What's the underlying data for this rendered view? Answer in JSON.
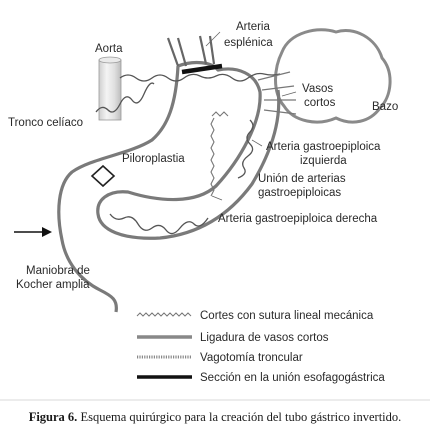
{
  "labels": {
    "aorta": "Aorta",
    "arteria_esplenica_1": "Arteria",
    "arteria_esplenica_2": "esplénica",
    "vasos_cortos_1": "Vasos",
    "vasos_cortos_2": "cortos",
    "bazo": "Bazo",
    "tronco_celiaco": "Tronco celíaco",
    "piloroplastia": "Piloroplastia",
    "gastroepiploica_izq_1": "Arteria gastroepiploica",
    "gastroepiploica_izq_2": "izquierda",
    "union_1": "Unión de arterias",
    "union_2": "gastroepiploicas",
    "gastroepiploica_der": "Arteria gastroepiploica derecha",
    "kocher_1": "Maniobra de",
    "kocher_2": "Kocher amplia"
  },
  "legend": [
    {
      "style": "wavy",
      "label": "Cortes con sutura lineal mecánica"
    },
    {
      "style": "thick-gray",
      "label": "Ligadura de vasos cortos"
    },
    {
      "style": "hatched",
      "label": "Vagotomía troncular"
    },
    {
      "style": "thick-black",
      "label": "Sección en la unión esofagogástrica"
    }
  ],
  "caption": {
    "figure_label": "Figura 6.",
    "text": " Esquema quirúrgico para la creación del tubo gástrico invertido."
  },
  "colors": {
    "outline": "#777777",
    "vessel": "#555555",
    "section": "#111111",
    "aorta_fill": "#e6e6e6"
  }
}
